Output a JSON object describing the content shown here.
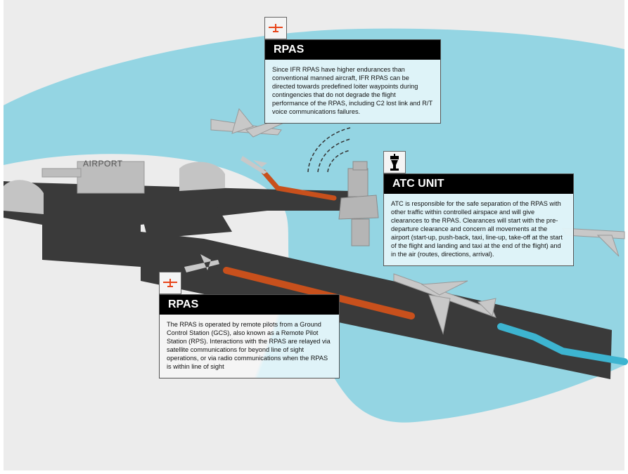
{
  "scene": {
    "airport_label": "AIRPORT",
    "colors": {
      "background": "#ececec",
      "airspace": "#94d5e3",
      "runway": "#3a3a3a",
      "rpas_path": "#c8501c",
      "manned_path": "#3db4d0"
    }
  },
  "callouts": [
    {
      "icon": "drone-icon",
      "title": "RPAS",
      "body": "Since IFR RPAS have higher endurances than conventional manned aircraft, IFR RPAS can be directed towards predefined loiter waypoints during contingencies that do not degrade the flight performance of the RPAS, including C2 lost link and R/T voice communications failures."
    },
    {
      "icon": "control-tower-icon",
      "title": "ATC UNIT",
      "body": "ATC is responsible for the safe separation of the RPAS with other traffic within controlled airspace and will give clearances to the RPAS. Clearances will start with the pre-departure clearance and concern all movements at the airport (start-up, push-back, taxi, line-up, take-off at the start of the flight and landing and taxi at the end of the flight) and in the air (routes, directions, arrival)."
    },
    {
      "icon": "drone-icon",
      "title": "RPAS",
      "body": "The RPAS is operated by remote pilots from a Ground Control Station (GCS), also known as a Remote Pilot Station (RPS). Interactions with the RPAS are relayed via satellite communications for beyond line of sight operations, or via radio communications when the RPAS is within line of sight"
    }
  ]
}
